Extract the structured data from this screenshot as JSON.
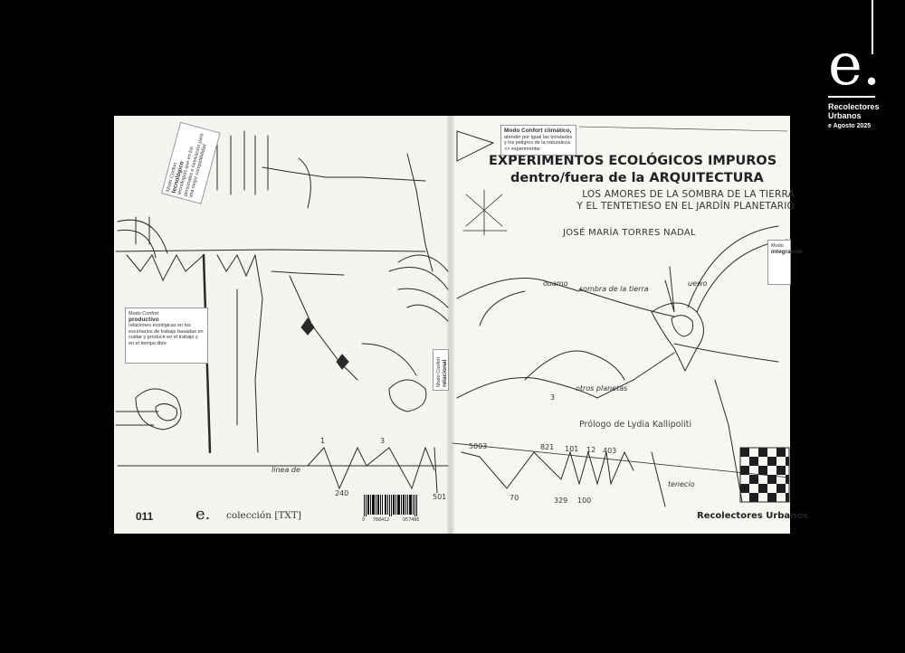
{
  "publisher_logo": {
    "mark": "e.",
    "name_line1": "Recolectores",
    "name_line2": "Urbanos",
    "date": "e Agosto 2025"
  },
  "front_cover": {
    "title_line1": "EXPERIMENTOS ECOLÓGICOS IMPUROS",
    "title_line2": "dentro/fuera de la ARQUITECTURA",
    "subtitle_line1": "LOS AMORES DE LA SOMBRA DE LA TIERRA",
    "subtitle_line2": "Y EL TENTETIESO EN EL JARDÍN PLANETARIO",
    "author": "JOSÉ MARÍA TORRES NADAL",
    "prologue": "Prólogo de Lydia Kallipoliti",
    "publisher": "Recolectores Urbanos",
    "note_climatico": {
      "heading": "Modo Confort climático,",
      "body": "atender por igual las bondades y los peligros de la naturaleza >> experimentar"
    },
    "note_integracion": {
      "heading": "Modo",
      "body": "integración"
    },
    "sketch_numbers": [
      "5003",
      "821",
      "101",
      "12",
      "403",
      "70",
      "329",
      "100",
      "3"
    ],
    "sketch_labels": [
      "ouamo",
      "sombra de la tierra",
      "otros planetas",
      "uewo",
      "tenecio"
    ]
  },
  "back_cover": {
    "series_number": "011",
    "logo_mark": "e.",
    "collection": "colección [TXT]",
    "isbn_left": "9",
    "isbn_mid": "788412",
    "isbn_right": "957486",
    "note_productivo": {
      "heading": "Modo Confort",
      "emphasis": "productivo",
      "body": "relaciones ecológicas en los escenarios de trabajo basadas en cuidar y producir en el trabajo y en el tiempo libre"
    },
    "note_tecnologico": {
      "heading": "Modo Confort",
      "emphasis": "tecnológico",
      "body": "tecnologías que en los personales e innovación para una mejor compatibilidad"
    },
    "note_relacional": {
      "heading": "Modo Confort",
      "emphasis": "relacional"
    },
    "sketch_numbers": [
      "1",
      "3",
      "240",
      "501"
    ],
    "sketch_labels": [
      "linea de"
    ]
  }
}
